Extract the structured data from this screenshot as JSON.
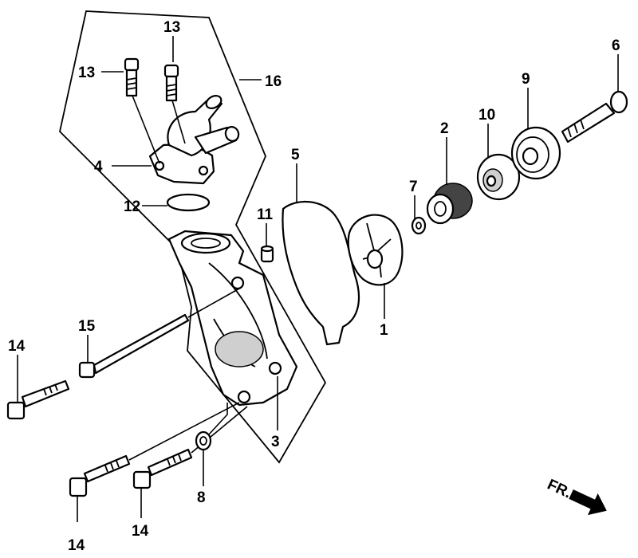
{
  "labels": {
    "p1": "1",
    "p2": "2",
    "p3": "3",
    "p4": "4",
    "p5": "5",
    "p6": "6",
    "p7": "7",
    "p8": "8",
    "p9": "9",
    "p10": "10",
    "p11": "11",
    "p12": "12",
    "p13a": "13",
    "p13b": "13",
    "p14a": "14",
    "p14b": "14",
    "p14c": "14",
    "p15": "15",
    "p16": "16"
  },
  "direction": "FR."
}
